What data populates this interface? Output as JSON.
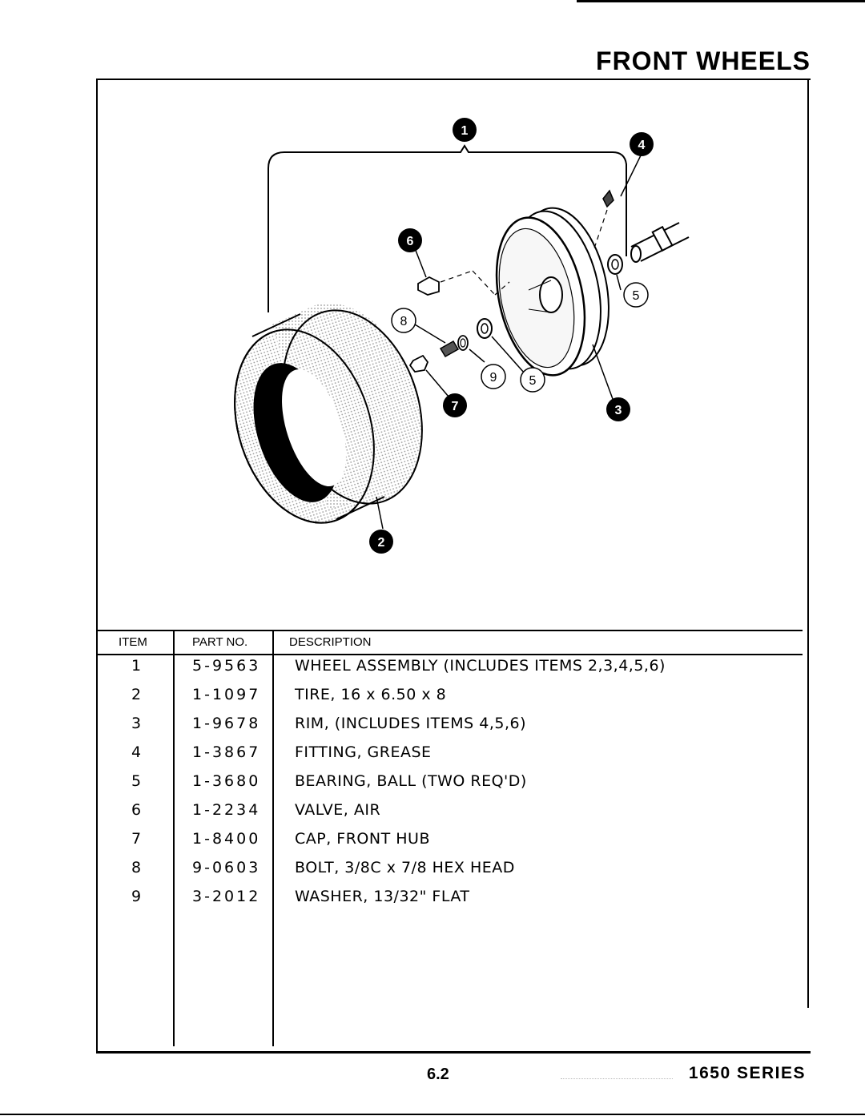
{
  "title": "FRONT WHEELS",
  "diagram": {
    "callouts_solid": [
      "1",
      "2",
      "3",
      "4",
      "6",
      "7"
    ],
    "callouts_outline": [
      "5",
      "5",
      "8",
      "9"
    ]
  },
  "table": {
    "headers": {
      "item": "ITEM",
      "part": "PART NO.",
      "desc": "DESCRIPTION"
    },
    "rows": [
      {
        "item": "1",
        "part": "5-9563",
        "desc": "WHEEL ASSEMBLY (INCLUDES ITEMS 2,3,4,5,6)"
      },
      {
        "item": "2",
        "part": "1-1097",
        "desc": "TIRE,  16 x 6.50 x  8"
      },
      {
        "item": "3",
        "part": "1-9678",
        "desc": "RIM,  (INCLUDES ITEMS 4,5,6)"
      },
      {
        "item": "4",
        "part": "1-3867",
        "desc": "FITTING, GREASE"
      },
      {
        "item": "5",
        "part": "1-3680",
        "desc": "BEARING, BALL (TWO REQ'D)"
      },
      {
        "item": "6",
        "part": "1-2234",
        "desc": "VALVE, AIR"
      },
      {
        "item": "7",
        "part": "1-8400",
        "desc": "CAP, FRONT HUB"
      },
      {
        "item": "8",
        "part": "9-0603",
        "desc": "BOLT,  3/8C x 7/8 HEX HEAD"
      },
      {
        "item": "9",
        "part": "3-2012",
        "desc": "WASHER,  13/32\" FLAT"
      }
    ]
  },
  "footer": {
    "page": "6.2",
    "series": "1650 SERIES"
  }
}
